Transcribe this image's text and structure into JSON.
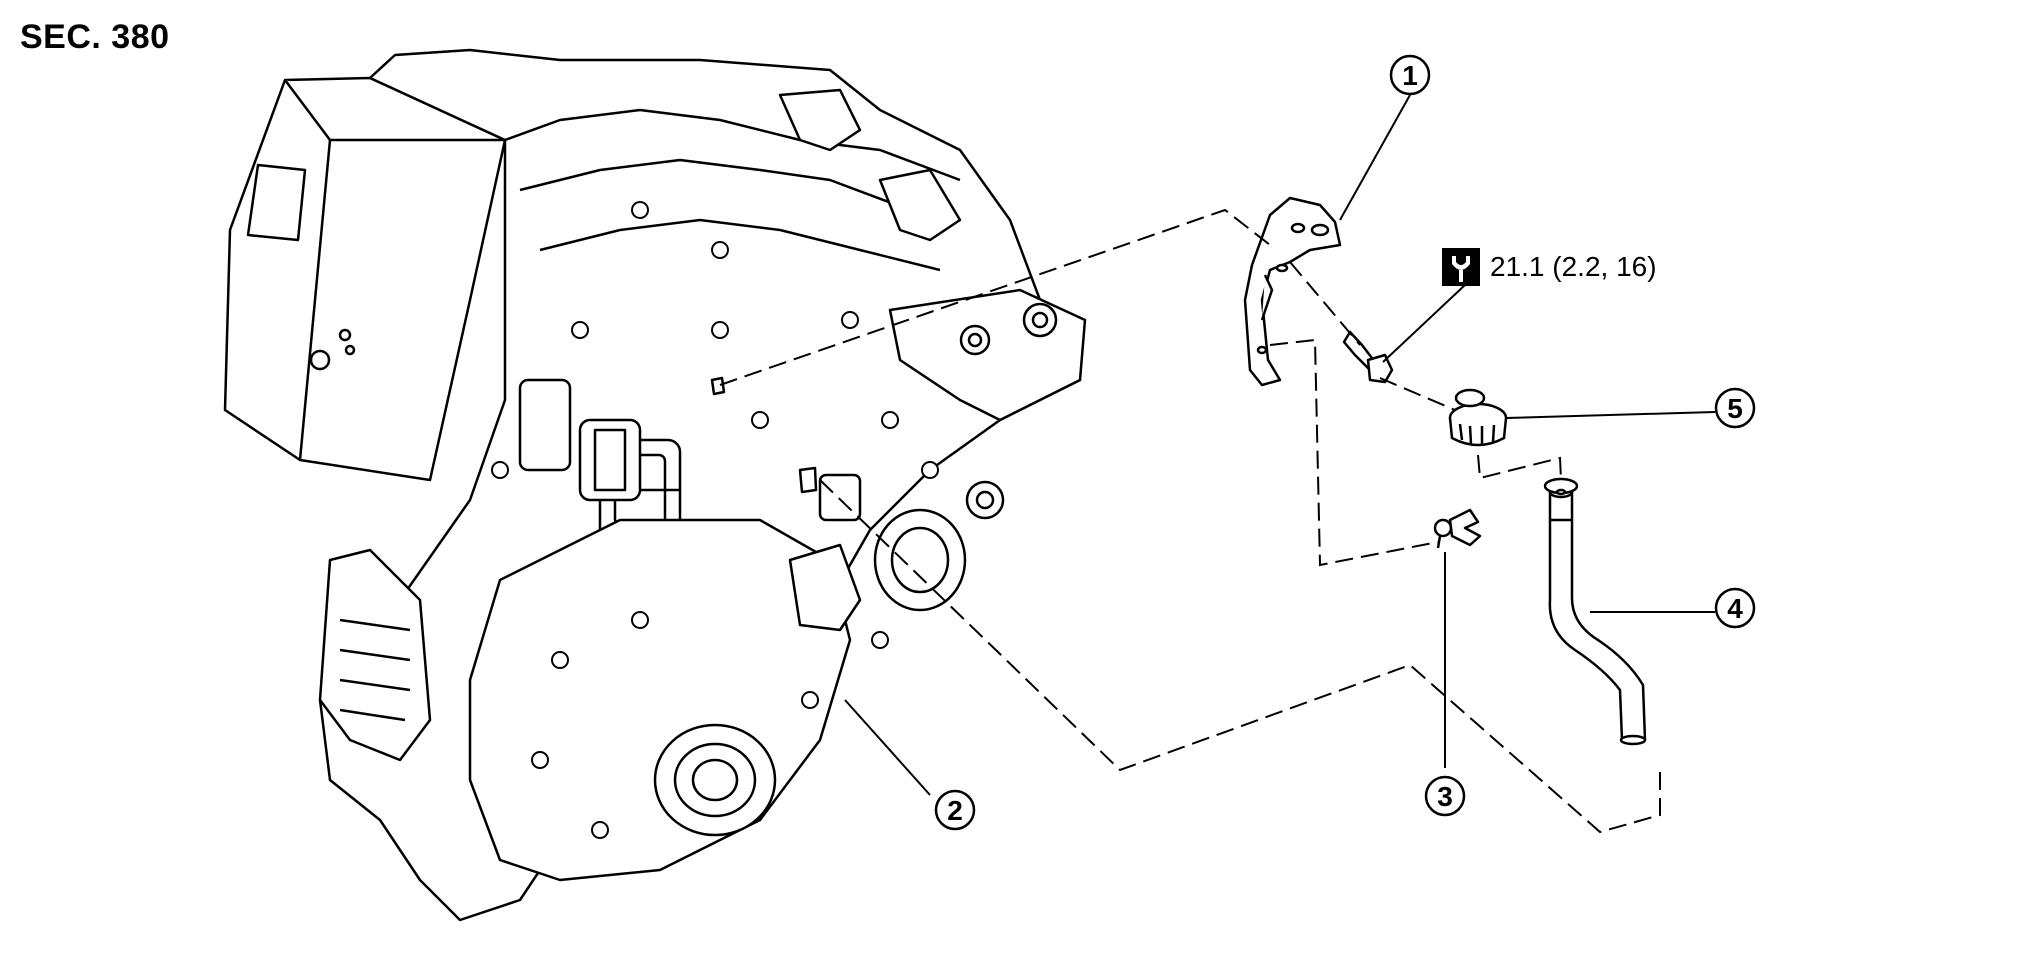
{
  "section_label": "SEC. 380",
  "torque": {
    "value_text": "21.1 (2.2, 16)",
    "icon": "torque-wrench-icon"
  },
  "callouts": [
    {
      "number": "1",
      "part": "bracket"
    },
    {
      "number": "2",
      "part": "transaxle-assembly"
    },
    {
      "number": "3",
      "part": "clip"
    },
    {
      "number": "4",
      "part": "breather-hose"
    },
    {
      "number": "5",
      "part": "cap"
    }
  ],
  "colors": {
    "line": "#000000",
    "background": "#ffffff"
  }
}
